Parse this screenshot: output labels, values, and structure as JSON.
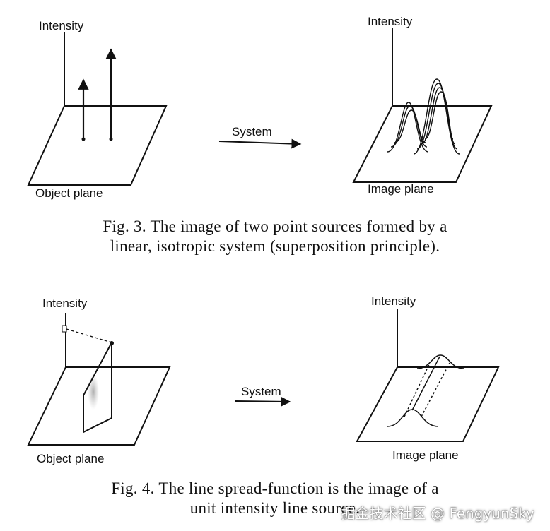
{
  "figures": [
    {
      "id": "fig3",
      "left_panel": {
        "axis_label": "Intensity",
        "plane_label": "Object plane"
      },
      "arrow_label": "System",
      "right_panel": {
        "axis_label": "Intensity",
        "plane_label": "Image plane"
      },
      "caption": {
        "line1": "Fig. 3.   The image of two point sources formed by a",
        "line2": "linear, isotropic system (superposition principle)."
      }
    },
    {
      "id": "fig4",
      "left_panel": {
        "axis_label": "Intensity",
        "plane_label": "Object plane"
      },
      "arrow_label": "System",
      "right_panel": {
        "axis_label": "Intensity",
        "plane_label": "Image plane"
      },
      "caption": {
        "line1": "Fig. 4.   The line spread-function is the image of a",
        "line2": "unit intensity line source."
      }
    }
  ],
  "watermark": "掘金技术社区 @ FengyunSky"
}
